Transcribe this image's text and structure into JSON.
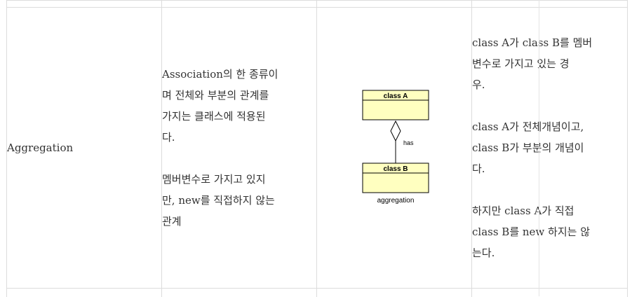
{
  "row": {
    "name": "Aggregation",
    "description": [
      " Association의 한 종류이",
      "며 전체와 부분의 관계를",
      "가지는 클래스에 적용된",
      "다.",
      "",
      "멤버변수로 가지고 있지",
      "만, new를 직접하지 않는",
      "관계"
    ],
    "diagram": {
      "class_a": "class A",
      "class_b": "class B",
      "relation_label": "has",
      "caption": "aggregation",
      "box_fill": "#ffffc0",
      "border": "#000000"
    },
    "explanation": [
      " class A가 class B를 멤버",
      "변수로 가지고 있는 경",
      "우.",
      "",
      "class A가 전체개념이고,",
      "class B가 부분의 개념이",
      "다.",
      "",
      "하지만 class A가 직접",
      "class B를 new 하지는 않",
      "는다."
    ]
  }
}
